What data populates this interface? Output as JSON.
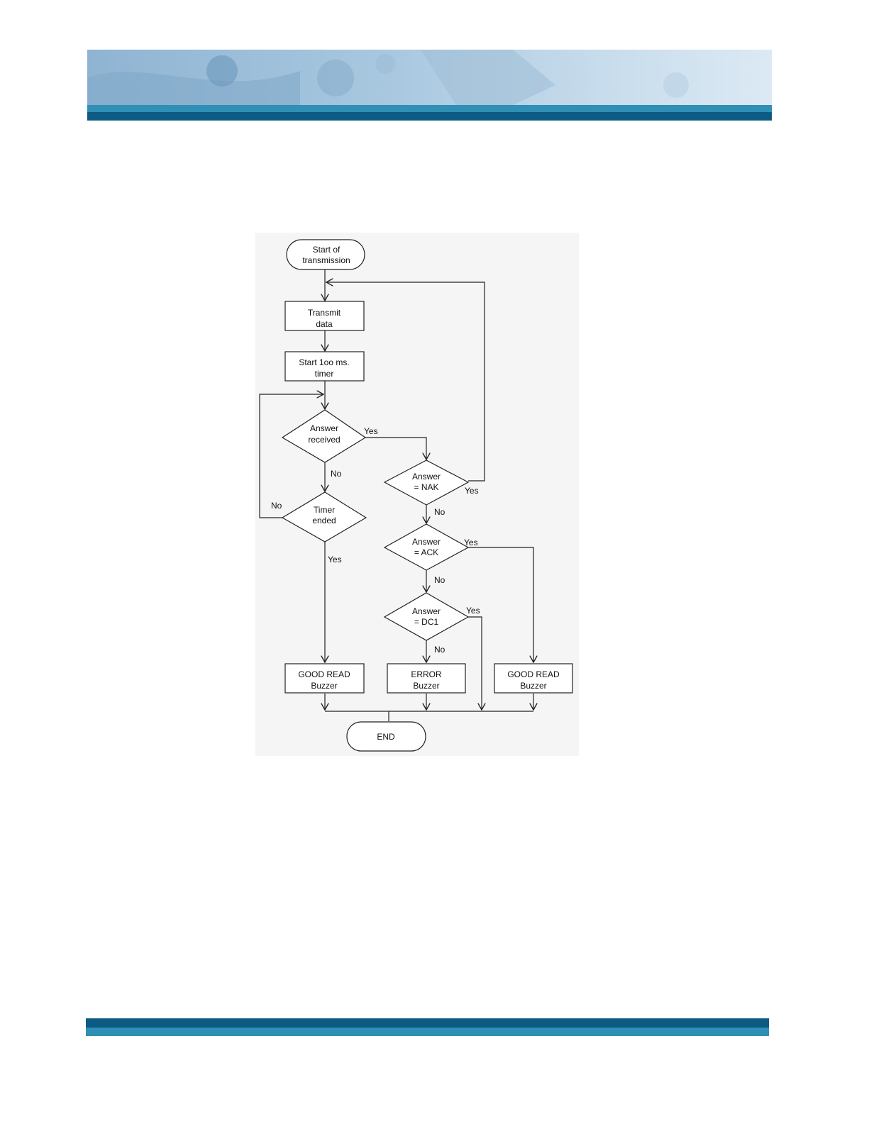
{
  "colors": {
    "banner_light": "#c9dff0",
    "banner_mid": "#7fa8c8",
    "band_dark": "#0d5a82",
    "band_light": "#2f8fb5",
    "diagram_bg": "#f5f5f5"
  },
  "flowchart": {
    "start": [
      "Start of",
      "transmission"
    ],
    "transmit": [
      "Transmit",
      "data"
    ],
    "timer": [
      "Start 1oo ms.",
      "timer"
    ],
    "answer_received": [
      "Answer",
      "received"
    ],
    "timer_ended": [
      "Timer",
      "ended"
    ],
    "answer_nak": [
      "Answer",
      "= NAK"
    ],
    "answer_ack": [
      "Answer",
      "= ACK"
    ],
    "answer_dc1": [
      "Answer",
      "= DC1"
    ],
    "good_read_left": [
      "GOOD READ",
      "Buzzer"
    ],
    "error": [
      "ERROR",
      "Buzzer"
    ],
    "good_read_right": [
      "GOOD READ",
      "Buzzer"
    ],
    "end": "END",
    "labels": {
      "received_yes": "Yes",
      "received_no": "No",
      "timer_no": "No",
      "timer_yes": "Yes",
      "nak_yes": "Yes",
      "nak_no": "No",
      "ack_yes": "Yes",
      "ack_no": "No",
      "dc1_yes": "Yes",
      "dc1_no": "No"
    }
  }
}
